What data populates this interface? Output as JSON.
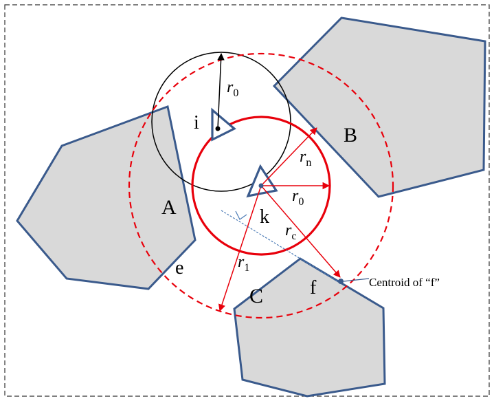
{
  "colors": {
    "polygon_fill": "#d9d9d9",
    "polygon_stroke": "#3a5a8c",
    "red": "#e8000b",
    "black": "#000000",
    "dash_blue": "#4a7ab5",
    "frame": "#333333"
  },
  "obstacles": {
    "A": "A",
    "B": "B",
    "C": "C"
  },
  "agents": {
    "i": "i",
    "k": "k"
  },
  "edge_labels": {
    "e": "e",
    "f": "f"
  },
  "radii": {
    "r0_black": {
      "base": "r",
      "sub": "0"
    },
    "rn": {
      "base": "r",
      "sub": "n"
    },
    "r0_red": {
      "base": "r",
      "sub": "0"
    },
    "rc": {
      "base": "r",
      "sub": "c"
    },
    "r1": {
      "base": "r",
      "sub": "1"
    }
  },
  "annotation": "Centroid of “f”"
}
